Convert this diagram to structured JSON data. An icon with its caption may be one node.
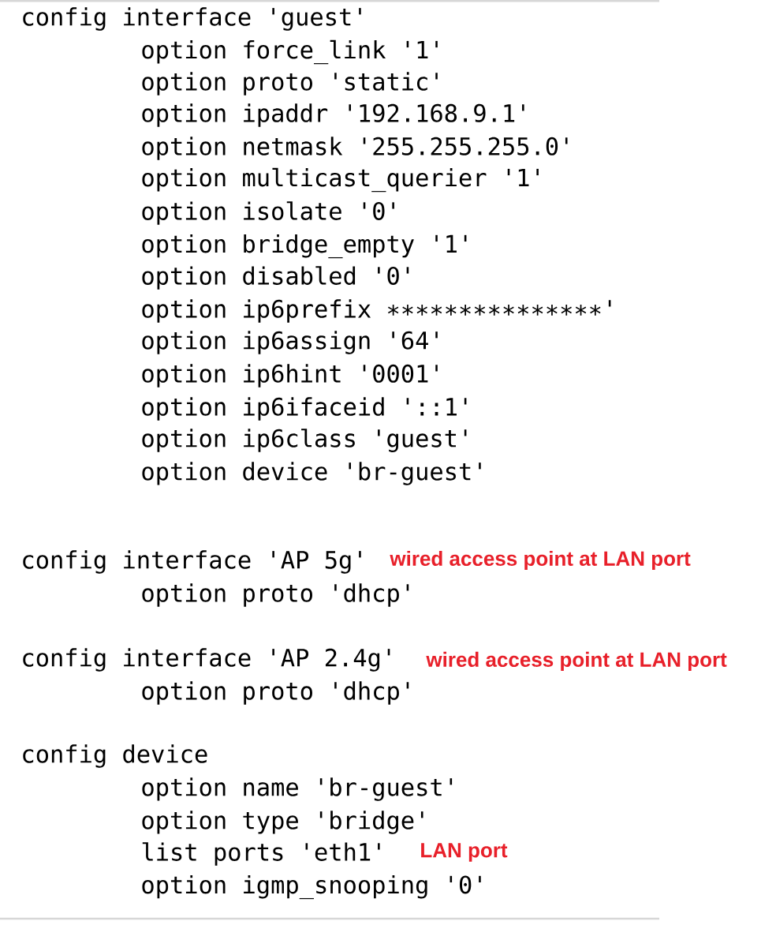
{
  "diagram": {
    "labels": [
      "config interface 'guest'",
      "option force_link '1'",
      "option proto 'static'",
      "option ipaddr '192.168.9.1'",
      "option netmask '255.255.255.0'",
      "option multicast_querier '1'",
      "option isolate '0'",
      "option bridge_empty '1'",
      "option disabled '0'",
      "option ip6prefix ∗∗∗∗∗∗∗∗∗∗∗∗∗∗∗'",
      "option ip6assign '64'",
      "option ip6hint '0001'",
      "option ip6ifaceid '::1'",
      "option ip6class 'guest'",
      "option device 'br-guest'",
      "config interface 'AP 5g'",
      "wired access point at LAN port",
      "option proto 'dhcp'",
      "config interface 'AP 2.4g'",
      "wired access point at LAN port",
      "option proto 'dhcp'",
      "config device",
      "option name 'br-guest'",
      "option type 'bridge'",
      "list ports 'eth1'",
      "LAN port",
      "option igmp_snooping '0'"
    ]
  }
}
